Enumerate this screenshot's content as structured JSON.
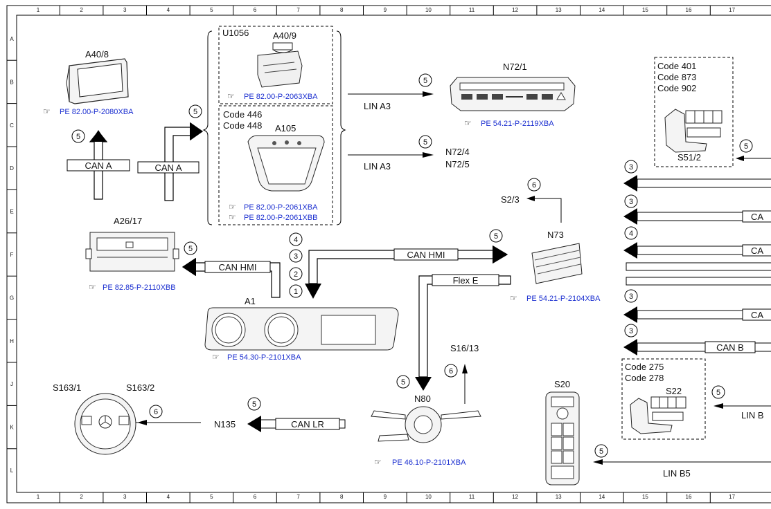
{
  "grid": {
    "columns": [
      "1",
      "2",
      "3",
      "4",
      "5",
      "6",
      "7",
      "8",
      "9",
      "10",
      "11",
      "12",
      "13",
      "14",
      "15",
      "16",
      "17"
    ],
    "rows": [
      "A",
      "B",
      "C",
      "D",
      "E",
      "F",
      "G",
      "H",
      "J",
      "K",
      "L"
    ]
  },
  "components": {
    "a40_8": "A40/8",
    "a40_9": "A40/9",
    "u1056": "U1056",
    "a105": "A105",
    "n72_1": "N72/1",
    "n72_4": "N72/4",
    "n72_5": "N72/5",
    "s2_3": "S2/3",
    "n73": "N73",
    "a26_17": "A26/17",
    "a1": "A1",
    "s163_1": "S163/1",
    "s163_2": "S163/2",
    "n135": "N135",
    "n80": "N80",
    "s16_13": "S16/13",
    "s20": "S20",
    "s22": "S22",
    "s51_2": "S51/2"
  },
  "codes": {
    "block_a105": [
      "Code 446",
      "Code 448"
    ],
    "block_s51": [
      "Code 401",
      "Code 873",
      "Code 902"
    ],
    "block_s22": [
      "Code 275",
      "Code 278"
    ]
  },
  "refs": {
    "a40_8": "PE 82.00-P-2080XBA",
    "a40_9": "PE 82.00-P-2063XBA",
    "a105_1": "PE 82.00-P-2061XBA",
    "a105_2": "PE 82.00-P-2061XBB",
    "n72_1": "PE 54.21-P-2119XBA",
    "a26_17": "PE 82.85-P-2110XBB",
    "a1": "PE 54.30-P-2101XBA",
    "n73": "PE 54.21-P-2104XBA",
    "n80": "PE 46.10-P-2101XBA"
  },
  "buses": {
    "can_a_left": "CAN A",
    "can_a_right": "CAN A",
    "lin_a3_top": "LIN A3",
    "lin_a3_bottom": "LIN A3",
    "can_hmi_left": "CAN HMI",
    "can_hmi_right": "CAN HMI",
    "flex_e": "Flex E",
    "can_lr": "CAN LR",
    "right_e": "CA",
    "right_f": "CA",
    "right_g": "CA",
    "right_h": "CAN B",
    "lin_b_k": "LIN B",
    "lin_b5": "LIN B5"
  },
  "markers": {
    "m5": "5",
    "m6": "6",
    "m4": "4",
    "m3": "3",
    "m2": "2",
    "m1": "1"
  }
}
